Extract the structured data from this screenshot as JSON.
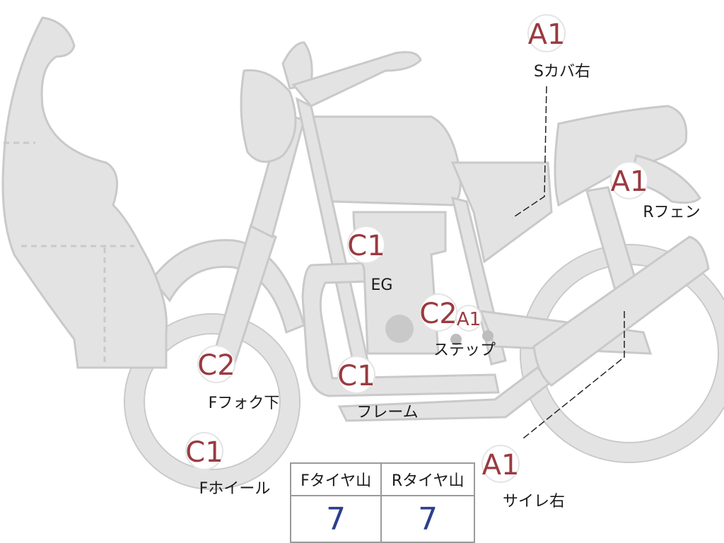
{
  "marks": [
    {
      "id": "s-cover-right",
      "grade": "A1",
      "part": "Sカバ右"
    },
    {
      "id": "r-fender",
      "grade": "A1",
      "part": "Rフェン"
    },
    {
      "id": "engine",
      "grade": "C1",
      "part": "EG"
    },
    {
      "id": "step",
      "grade": "C2",
      "grade2": "A1",
      "part": "ステップ"
    },
    {
      "id": "front-fork-lower",
      "grade": "C2",
      "part": "Fフォク下"
    },
    {
      "id": "frame",
      "grade": "C1",
      "part": "フレーム"
    },
    {
      "id": "front-wheel",
      "grade": "C1",
      "part": "Fホイール"
    },
    {
      "id": "muffler-right",
      "grade": "A1",
      "part": "サイレ右"
    }
  ],
  "tire_table": {
    "headers": [
      "Fタイヤ山",
      "Rタイヤ山"
    ],
    "values": [
      "7",
      "7"
    ]
  },
  "colors": {
    "grade_text": "#9a3a40",
    "tire_value": "#2b3f8c",
    "bike_fill": "#e3e3e3",
    "bike_stroke": "#c9c9c9"
  }
}
